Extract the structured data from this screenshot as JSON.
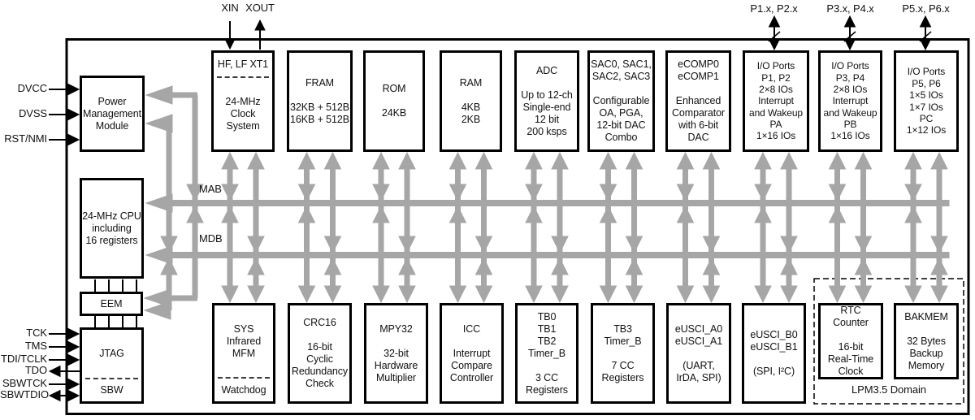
{
  "pins": {
    "xin": "XIN",
    "xout": "XOUT",
    "p12": "P1.x, P2.x",
    "p34": "P3.x, P4.x",
    "p56": "P5.x, P6.x",
    "dvcc": "DVCC",
    "dvss": "DVSS",
    "rst_nmi": "RST/NMI",
    "tck": "TCK",
    "tms": "TMS",
    "tdi_tclk": "TDI/TCLK",
    "tdo": "TDO",
    "sbwtck": "SBWTCK",
    "sbwtdio": "SBWTDIO"
  },
  "buses": {
    "mab": "MAB",
    "mdb": "MDB"
  },
  "left_blocks": {
    "pmm": "Power\nManagement\nModule",
    "cpu": "24-MHz CPU\nincluding\n16 registers",
    "eem": "EEM",
    "jtag": "JTAG",
    "sbw": "SBW"
  },
  "top_blocks": {
    "clock_header": "HF, LF XT1",
    "clock_body": "24-MHz\nClock\nSystem",
    "fram": "FRAM\n\n32KB + 512B\n16KB + 512B",
    "rom": "ROM\n\n24KB",
    "ram": "RAM\n\n4KB\n2KB",
    "adc": "ADC\n\nUp to 12-ch\nSingle-end\n12 bit\n200 ksps",
    "sac": "SAC0, SAC1,\nSAC2, SAC3\n\nConfigurable\nOA, PGA,\n12-bit DAC\nCombo",
    "ecomp": "eCOMP0\neCOMP1\n\nEnhanced\nComparator\nwith 6-bit\nDAC",
    "io_p12": "I/O Ports\nP1, P2\n2×8 IOs\nInterrupt\nand Wakeup\nPA\n1×16 IOs",
    "io_p34": "I/O Ports\nP3, P4\n2×8 IOs\nInterrupt\nand Wakeup\nPB\n1×16 IOs",
    "io_p56": "I/O Ports\nP5, P6\n1×5 IOs\n1×7 IOs\nPC\n1×12 IOs"
  },
  "bottom_blocks": {
    "sys": "SYS\nInfrared\nMFM",
    "watchdog": "Watchdog",
    "crc16": "CRC16\n\n16-bit\nCyclic\nRedundancy\nCheck",
    "mpy32": "MPY32\n\n32-bit\nHardware\nMultiplier",
    "icc": "ICC\n\nInterrupt\nCompare\nController",
    "tb012": "TB0\nTB1\nTB2\nTimer_B\n\n3 CC\nRegisters",
    "tb3": "TB3\nTimer_B\n\n7 CC\nRegisters",
    "eusci_a": "eUSCI_A0\neUSCI_A1\n\n(UART,\nIrDA, SPI)",
    "eusci_b": "eUSCI_B0\neUSCI_B1\n\n(SPI, I²C)",
    "rtc": "RTC\nCounter\n\n16-bit\nReal-Time\nClock",
    "bakmem": "BAKMEM\n\n32 Bytes\nBackup\nMemory",
    "lpm_domain": "LPM3.5 Domain"
  },
  "colors": {
    "wire_gray": "#a6a6a6",
    "line_black": "#000000",
    "background": "#ffffff"
  }
}
